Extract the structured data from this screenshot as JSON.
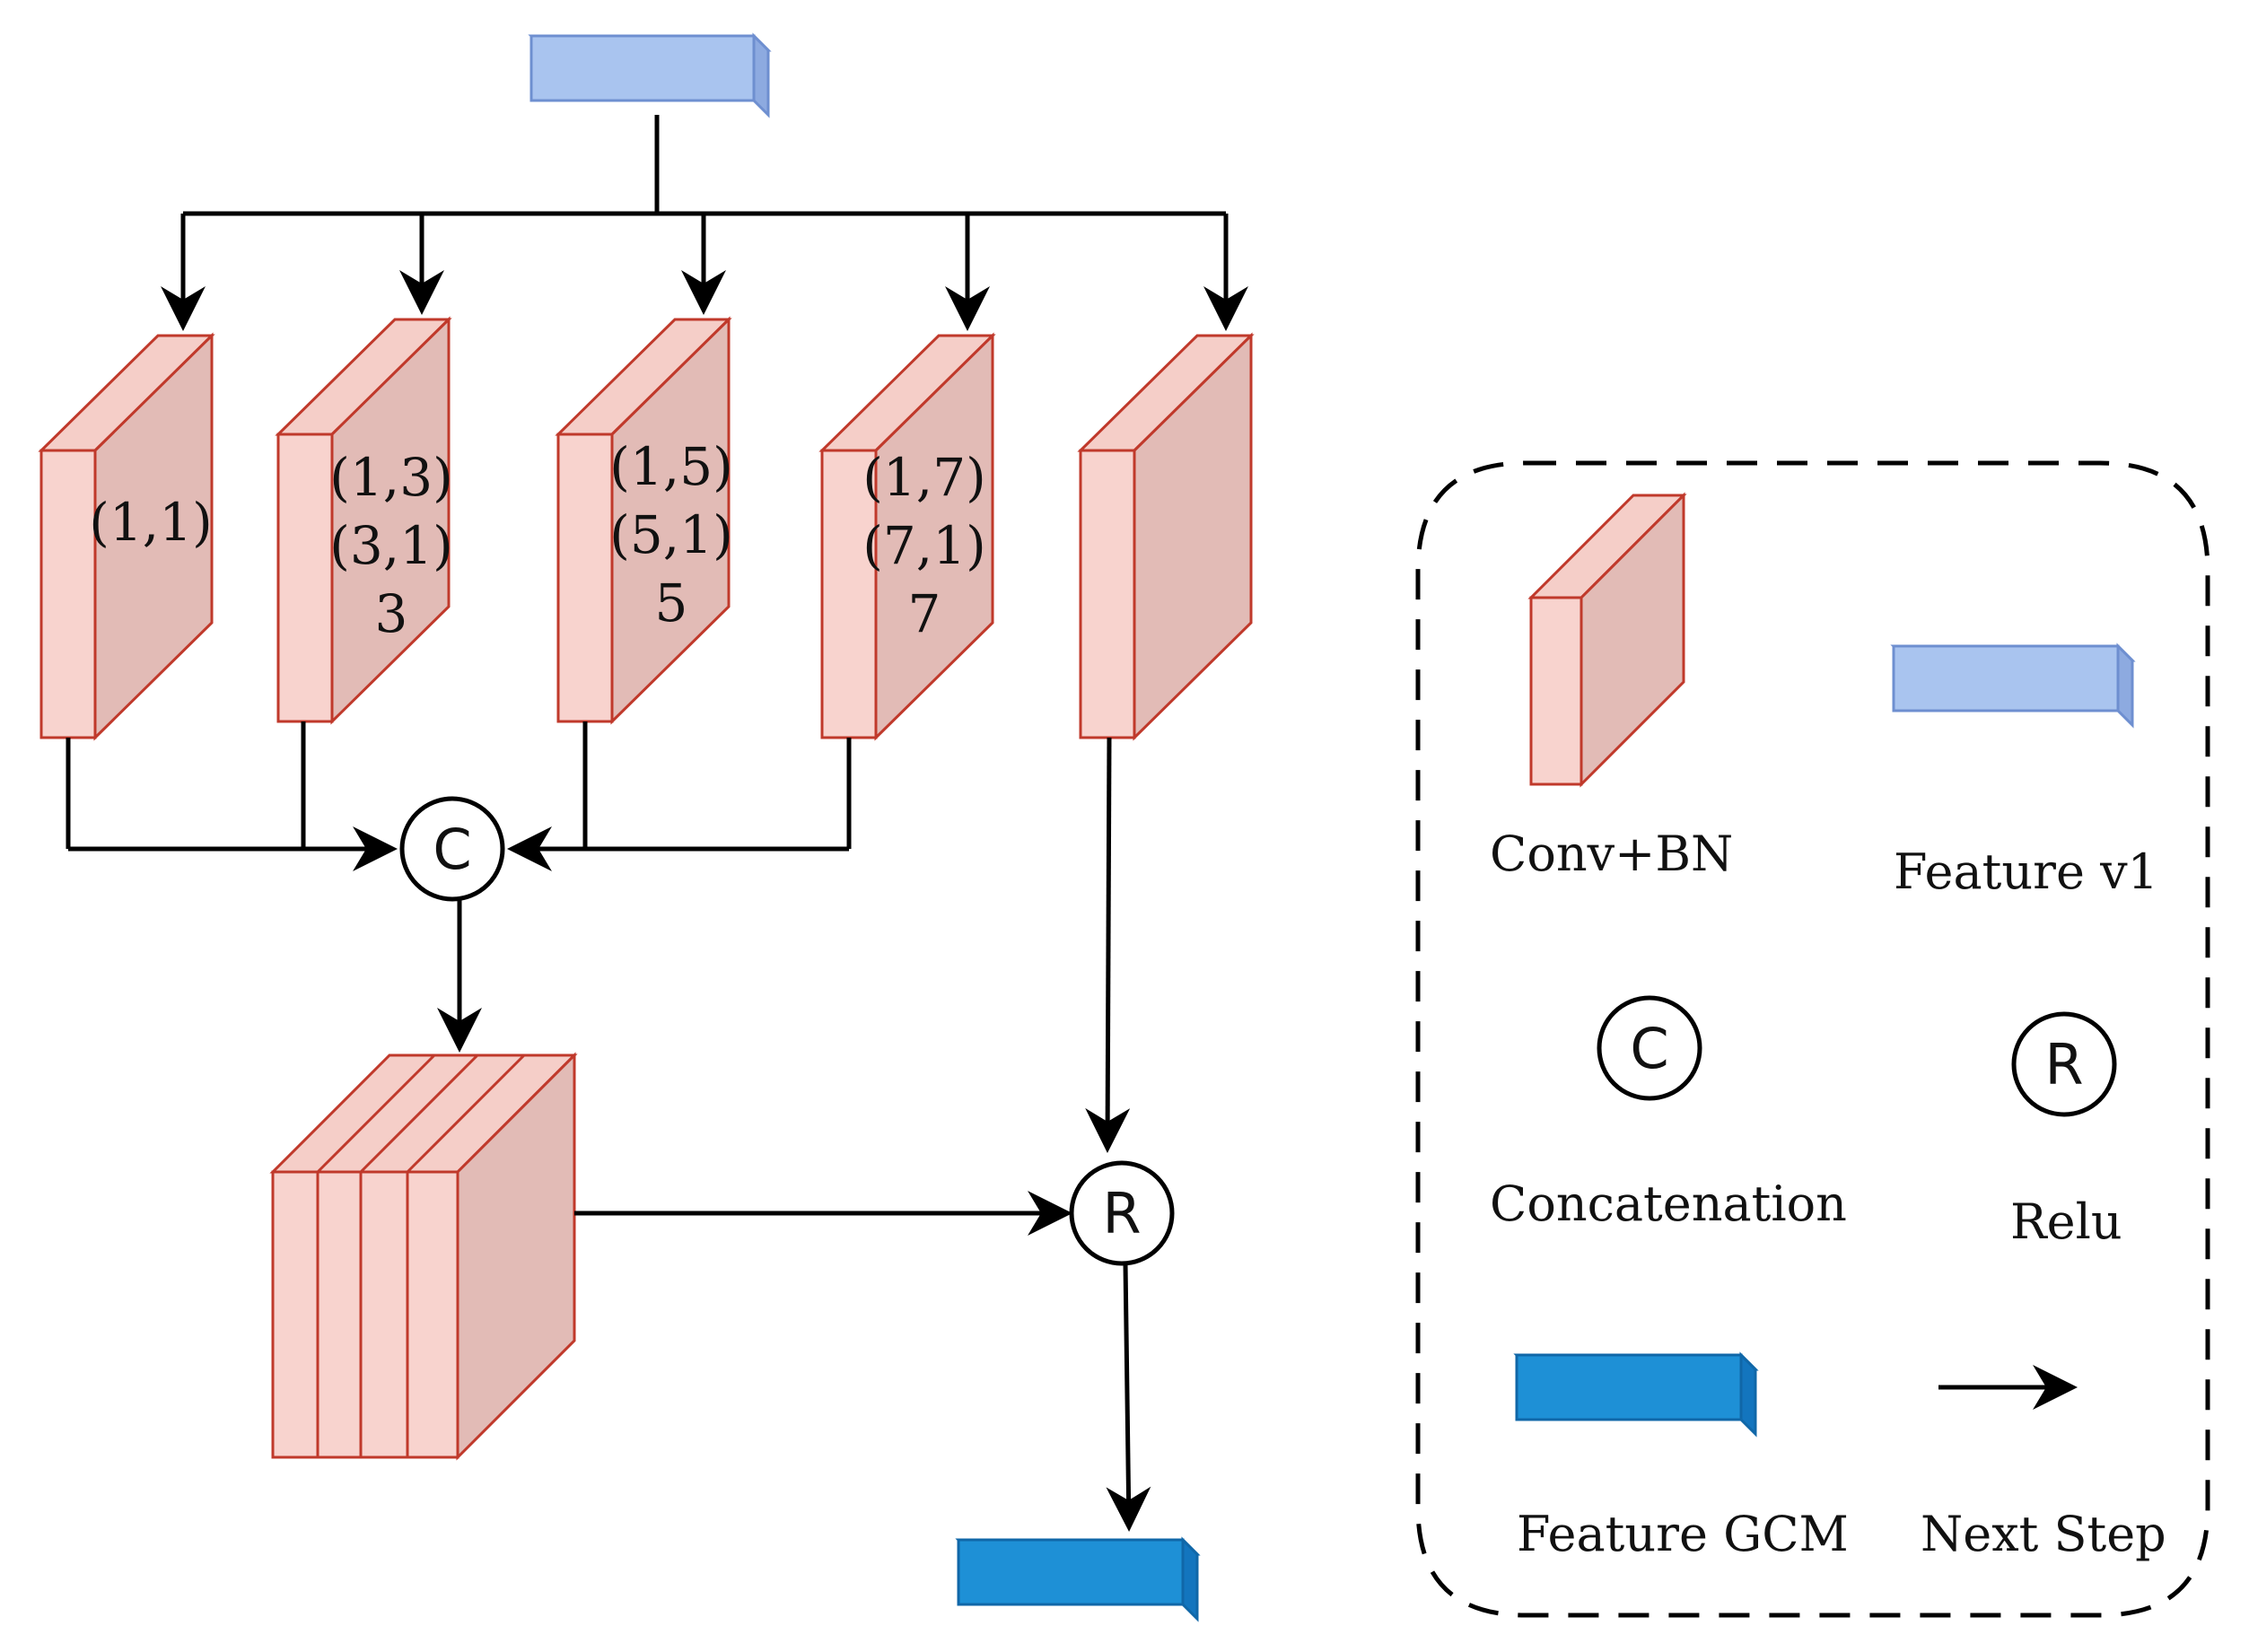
{
  "colors": {
    "conv_front": "#F8D3CE",
    "conv_side": "#E2BBB6",
    "conv_top": "#F5CEC8",
    "conv_stroke": "#C0392B",
    "feature_v1_fill": "#A9C4EF",
    "feature_v1_stroke": "#6E8FD0",
    "feature_gcm_fill": "#1E90D6",
    "feature_gcm_stroke": "#1067A8",
    "arrow": "#000000",
    "legend_border": "#000000"
  },
  "branches": [
    {
      "lines": [
        "(1,1)"
      ]
    },
    {
      "lines": [
        "(1,3)",
        "(3,1)",
        "3"
      ]
    },
    {
      "lines": [
        "(1,5)",
        "(5,1)",
        "5"
      ]
    },
    {
      "lines": [
        "(1,7)",
        "(7,1)",
        "7"
      ]
    },
    {
      "lines": []
    }
  ],
  "operators": {
    "concat_symbol": "C",
    "relu_symbol": "R"
  },
  "legend": {
    "conv_bn": "Conv+BN",
    "feature_v1": "Feature v1",
    "concatenation": "Concatenation",
    "relu": "Relu",
    "feature_gcm": "Feature GCM",
    "next_step": "Next Step",
    "concat_symbol": "C",
    "relu_symbol": "R"
  }
}
